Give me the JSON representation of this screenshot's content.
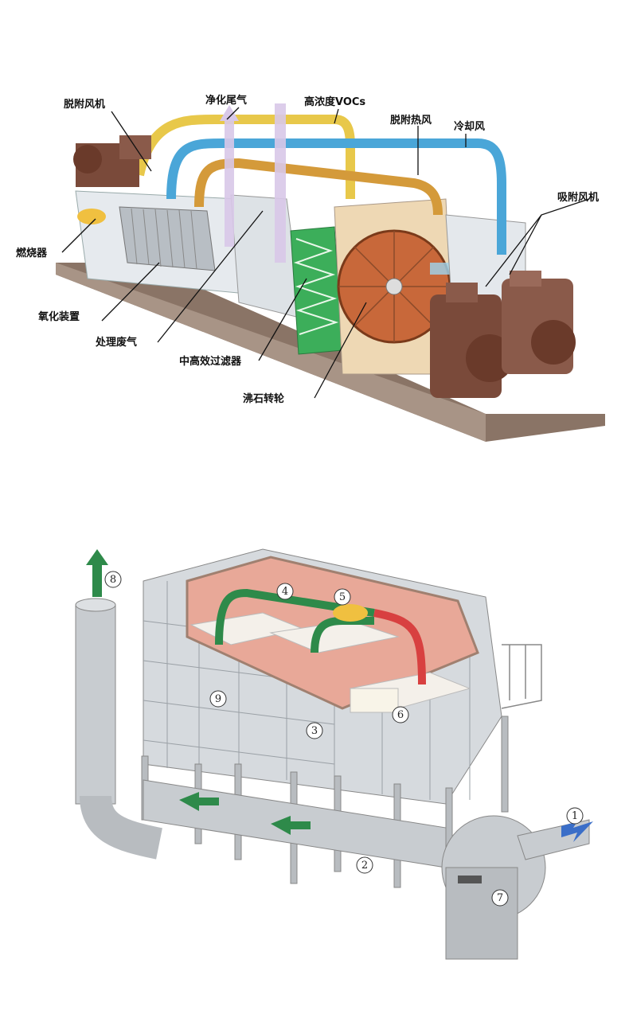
{
  "top_diagram": {
    "labels": {
      "desorption_fan": "脱附风机",
      "purified_tail_gas": "净化尾气",
      "high_conc_vocs": "高浓度VOCs",
      "desorption_hot_air": "脱附热风",
      "cooling_air": "冷却风",
      "adsorption_fan": "吸附风机",
      "burner": "燃烧器",
      "oxidation_device": "氧化装置",
      "treated_waste_gas": "处理废气",
      "mid_high_filter": "中高效过滤器",
      "zeolite_rotor": "沸石转轮"
    }
  },
  "bottom_diagram": {
    "numbers": {
      "n1": "1",
      "n2": "2",
      "n3": "3",
      "n4": "4",
      "n5": "5",
      "n6": "6",
      "n7": "7",
      "n8": "8",
      "n9": "9"
    }
  },
  "colors": {
    "yellow_pipe": "#e8c84a",
    "blue_pipe": "#4aa6d8",
    "orange_pipe": "#d49a3a",
    "steel": "#c8ccd0",
    "fan_brown": "#7a4a3a",
    "rotor": "#c8683a",
    "filter_green": "#3cae5a",
    "chamber_pink": "#e8a898",
    "arrow_green": "#2e8a4a",
    "arrow_blue": "#3a6ec8"
  }
}
